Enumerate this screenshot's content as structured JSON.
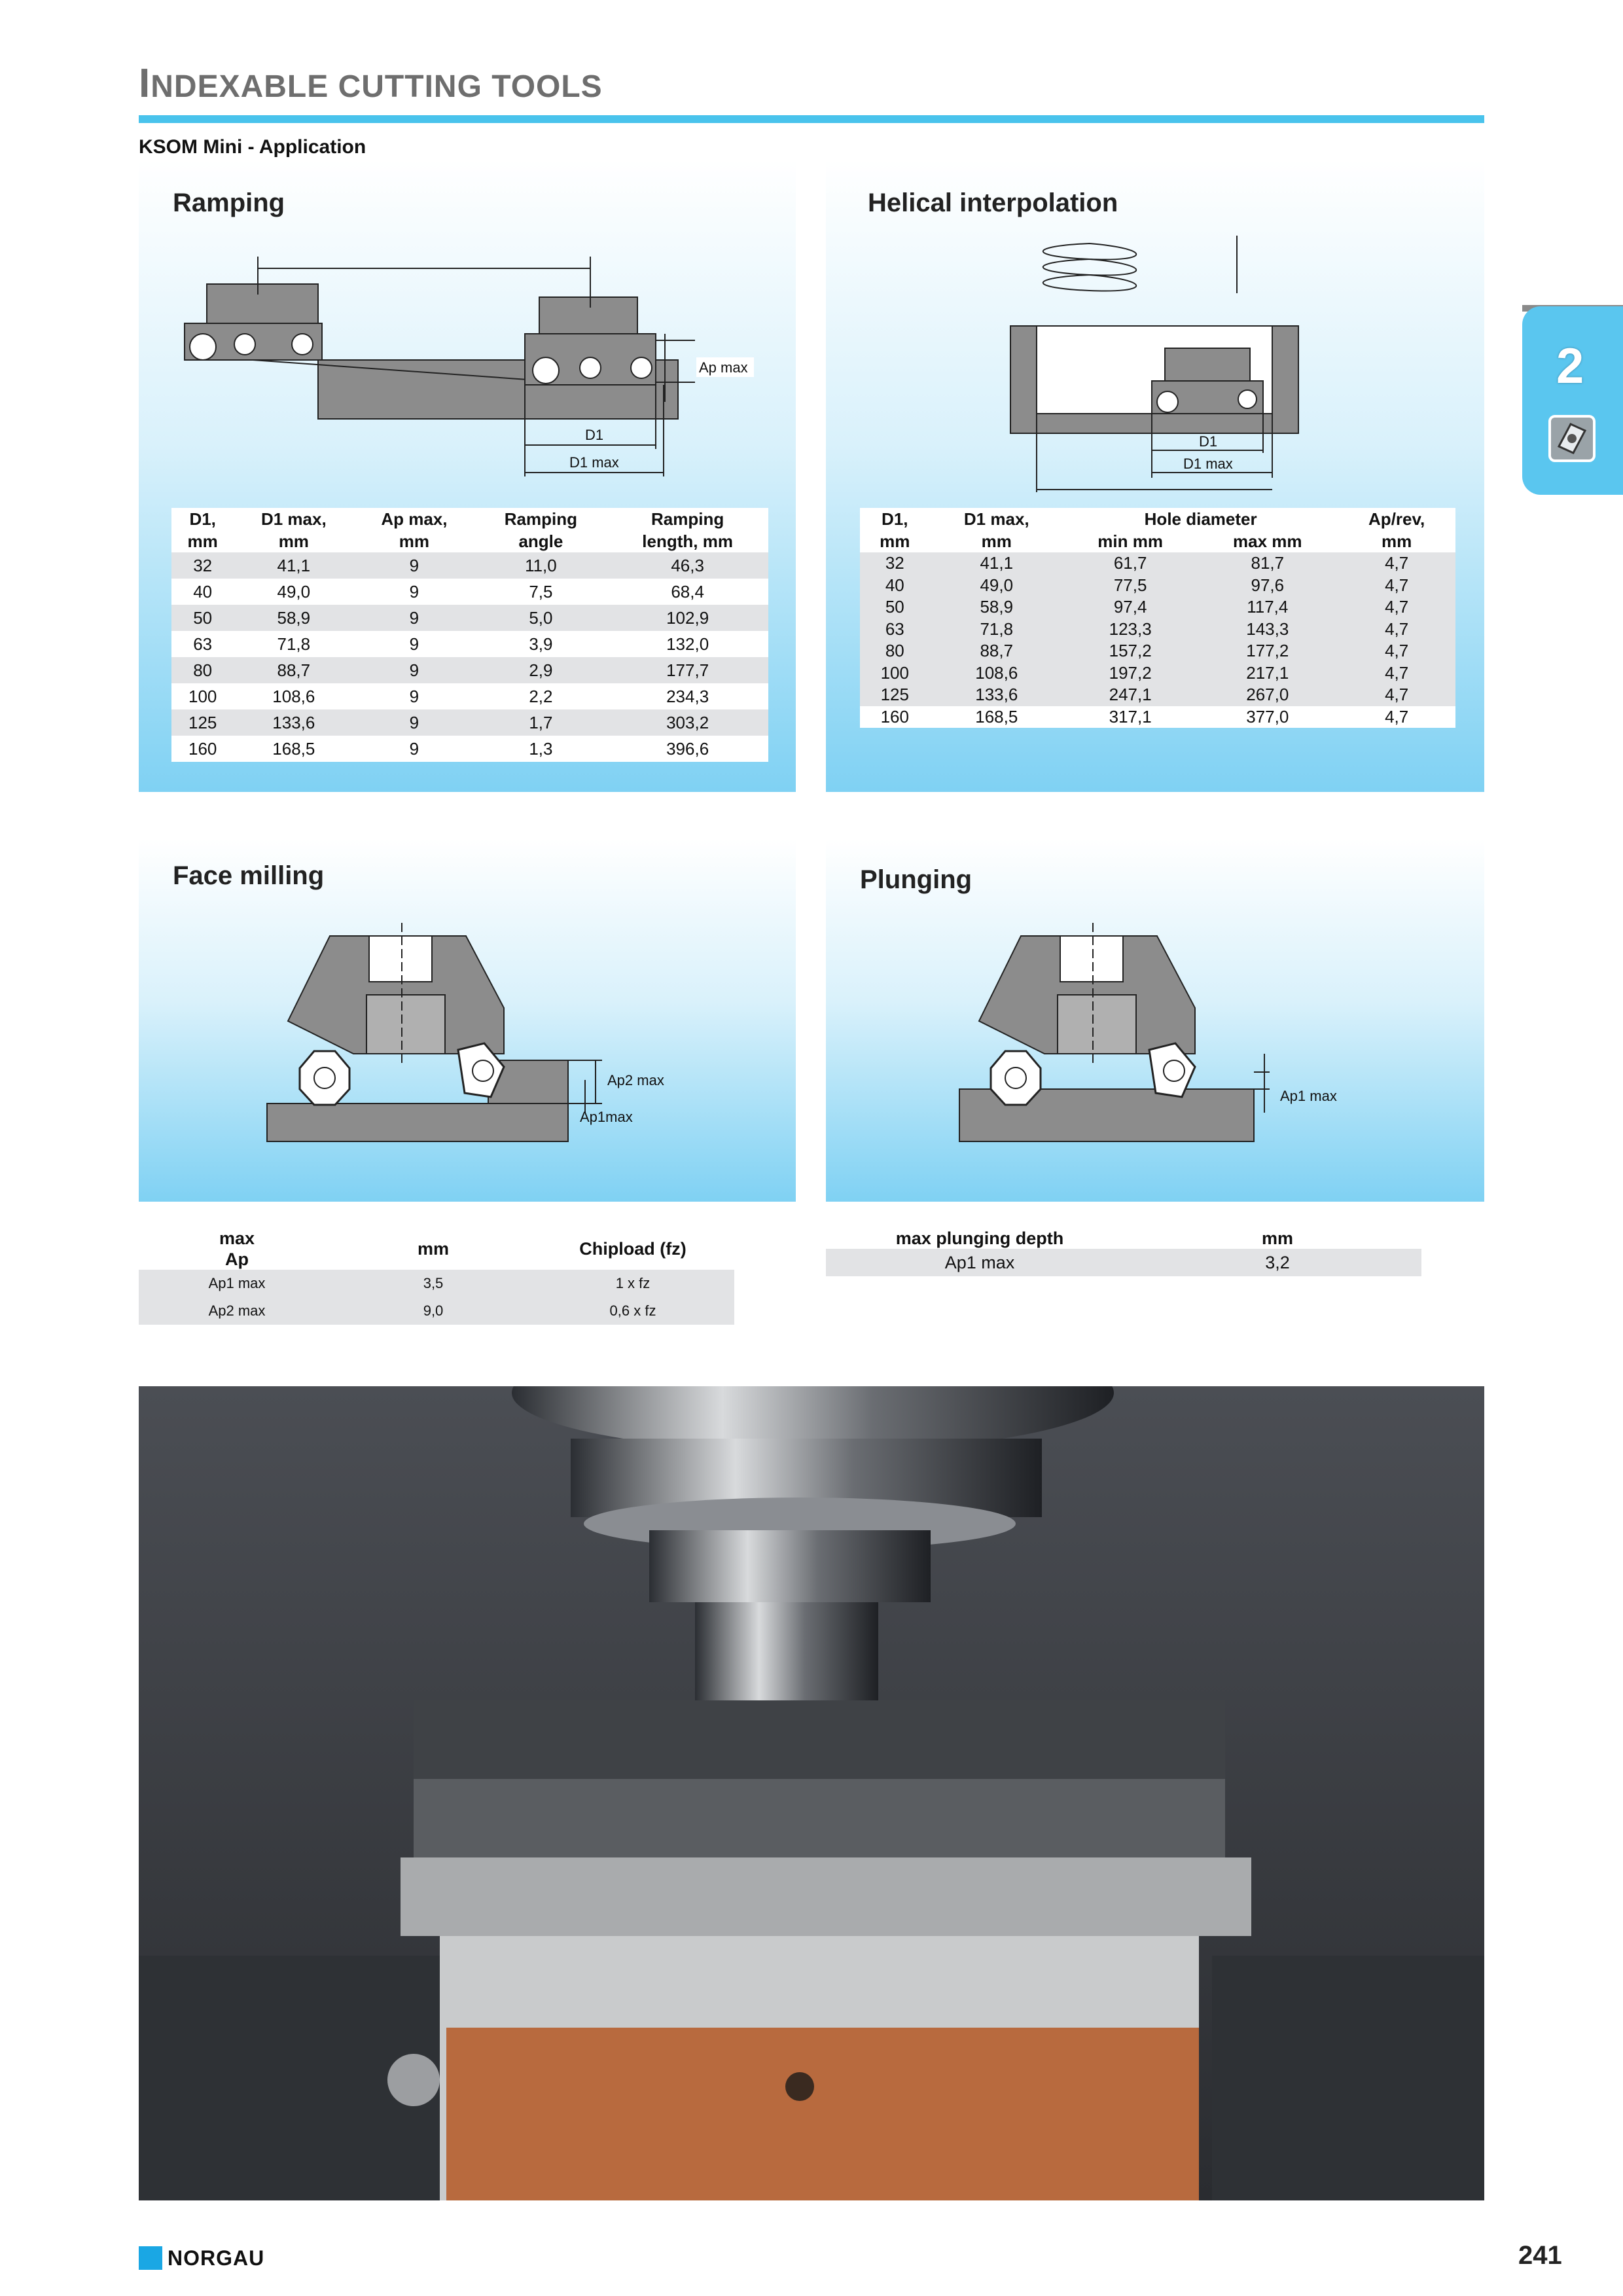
{
  "header": {
    "title_initial": "I",
    "title_rest": "NDEXABLE CUTTING TOOLS"
  },
  "subtitle": "KSOM Mini - Application",
  "section_tab": {
    "number": "2"
  },
  "panels": {
    "ramping": {
      "title": "Ramping",
      "labels": {
        "ap": "Ap max",
        "d1": "D1",
        "d1max": "D1 max"
      }
    },
    "helical": {
      "title": "Helical interpolation",
      "labels": {
        "d1": "D1",
        "d1max": "D1 max"
      }
    },
    "face": {
      "title": "Face milling",
      "labels": {
        "ap2": "Ap2 max",
        "ap1": "Ap1max"
      }
    },
    "plunging": {
      "title": "Plunging",
      "labels": {
        "ap1": "Ap1 max"
      }
    }
  },
  "ramping_table": {
    "headers": [
      [
        "D1,",
        "mm"
      ],
      [
        "D1 max,",
        "mm"
      ],
      [
        "Ap max,",
        "mm"
      ],
      [
        "Ramping",
        "angle"
      ],
      [
        "Ramping",
        "length, mm"
      ]
    ],
    "rows": [
      [
        "32",
        "41,1",
        "9",
        "11,0",
        "46,3"
      ],
      [
        "40",
        "49,0",
        "9",
        "7,5",
        "68,4"
      ],
      [
        "50",
        "58,9",
        "9",
        "5,0",
        "102,9"
      ],
      [
        "63",
        "71,8",
        "9",
        "3,9",
        "132,0"
      ],
      [
        "80",
        "88,7",
        "9",
        "2,9",
        "177,7"
      ],
      [
        "100",
        "108,6",
        "9",
        "2,2",
        "234,3"
      ],
      [
        "125",
        "133,6",
        "9",
        "1,7",
        "303,2"
      ],
      [
        "160",
        "168,5",
        "9",
        "1,3",
        "396,6"
      ]
    ]
  },
  "helical_table": {
    "headers": {
      "d1": [
        "D1,",
        "mm"
      ],
      "d1max": [
        "D1 max,",
        "mm"
      ],
      "hole": "Hole diameter",
      "hole_min": "min mm",
      "hole_max": "max mm",
      "aprev": [
        "Ap/rev,",
        "mm"
      ]
    },
    "rows": [
      [
        "32",
        "41,1",
        "61,7",
        "81,7",
        "4,7"
      ],
      [
        "40",
        "49,0",
        "77,5",
        "97,6",
        "4,7"
      ],
      [
        "50",
        "58,9",
        "97,4",
        "117,4",
        "4,7"
      ],
      [
        "63",
        "71,8",
        "123,3",
        "143,3",
        "4,7"
      ],
      [
        "80",
        "88,7",
        "157,2",
        "177,2",
        "4,7"
      ],
      [
        "100",
        "108,6",
        "197,2",
        "217,1",
        "4,7"
      ],
      [
        "125",
        "133,6",
        "247,1",
        "267,0",
        "4,7"
      ],
      [
        "160",
        "168,5",
        "317,1",
        "377,0",
        "4,7"
      ]
    ]
  },
  "face_table": {
    "headers": {
      "ap": [
        "max",
        "Ap"
      ],
      "mm": "mm",
      "chip": "Chipload (fz)"
    },
    "rows": [
      [
        "Ap1 max",
        "3,5",
        "1 x fz"
      ],
      [
        "Ap2 max",
        "9,0",
        "0,6 x fz"
      ]
    ]
  },
  "plunge_table": {
    "headers": {
      "depth": "max plunging depth",
      "mm": "mm"
    },
    "rows": [
      [
        "Ap1 max",
        "3,2"
      ]
    ]
  },
  "footer": {
    "brand": "NORGAU",
    "page": "241"
  },
  "colors": {
    "accent": "#49c3ec",
    "tab": "#5ac6ef",
    "shade": "#e2e3e5",
    "brand_square": "#1aa7e4"
  }
}
